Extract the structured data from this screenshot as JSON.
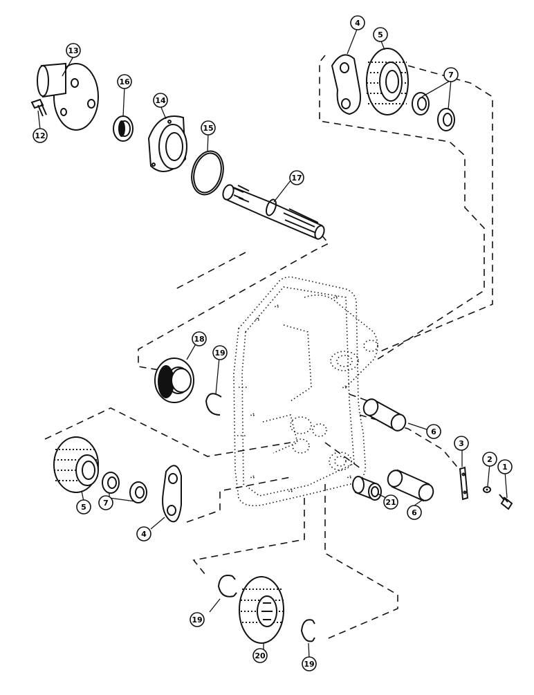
{
  "diagram": {
    "callouts": [
      {
        "id": "c-1",
        "label": "1"
      },
      {
        "id": "c-2",
        "label": "2"
      },
      {
        "id": "c-3",
        "label": "3"
      },
      {
        "id": "c-4a",
        "label": "4"
      },
      {
        "id": "c-4b",
        "label": "4"
      },
      {
        "id": "c-5a",
        "label": "5"
      },
      {
        "id": "c-5b",
        "label": "5"
      },
      {
        "id": "c-6a",
        "label": "6"
      },
      {
        "id": "c-6b",
        "label": "6"
      },
      {
        "id": "c-7a",
        "label": "7"
      },
      {
        "id": "c-7b",
        "label": "7"
      },
      {
        "id": "c-12",
        "label": "12"
      },
      {
        "id": "c-13",
        "label": "13"
      },
      {
        "id": "c-14",
        "label": "14"
      },
      {
        "id": "c-15",
        "label": "15"
      },
      {
        "id": "c-16",
        "label": "16"
      },
      {
        "id": "c-17",
        "label": "17"
      },
      {
        "id": "c-18",
        "label": "18"
      },
      {
        "id": "c-19a",
        "label": "19"
      },
      {
        "id": "c-19b",
        "label": "19"
      },
      {
        "id": "c-19c",
        "label": "19"
      },
      {
        "id": "c-20",
        "label": "20"
      },
      {
        "id": "c-21",
        "label": "21"
      }
    ]
  }
}
